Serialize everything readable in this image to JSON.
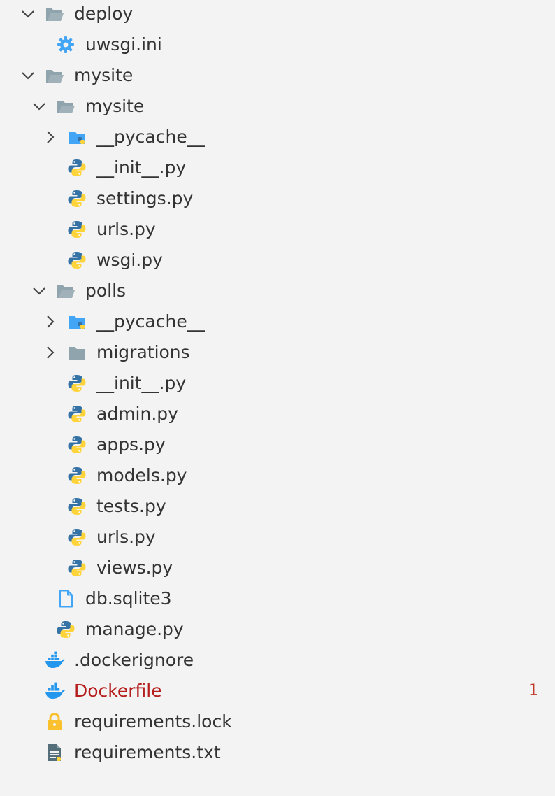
{
  "colors": {
    "text": "#333333",
    "error_text": "#b51c1c",
    "error_badge": "#c0392b",
    "folder": "#90a4ae",
    "folder_python": "#42a5f5",
    "python_blue": "#3572a5",
    "python_yellow": "#ffd43b",
    "docker": "#2396ed",
    "settings": "#42a5f5",
    "lock": "#fbc02d",
    "text_file": "#546e7a",
    "db_file": "#42a5f5",
    "background": "#f3f3f3"
  },
  "tree": [
    {
      "id": "deploy",
      "label": "deploy",
      "kind": "folder-open",
      "icon": "folder-open-icon",
      "depth": 0,
      "expanded": true
    },
    {
      "id": "uwsgi",
      "label": "uwsgi.ini",
      "kind": "settings",
      "icon": "gear-icon",
      "depth": 1
    },
    {
      "id": "mysite-root",
      "label": "mysite",
      "kind": "folder-open",
      "icon": "folder-open-icon",
      "depth": 0,
      "expanded": true
    },
    {
      "id": "mysite-pkg",
      "label": "mysite",
      "kind": "folder-open",
      "icon": "folder-open-icon",
      "depth": 1,
      "expanded": true
    },
    {
      "id": "mysite-pycache",
      "label": "__pycache__",
      "kind": "folder-python",
      "icon": "python-folder-icon",
      "depth": 2,
      "expanded": false
    },
    {
      "id": "mysite-init",
      "label": "__init__.py",
      "kind": "python",
      "icon": "python-icon",
      "depth": 2
    },
    {
      "id": "mysite-settings",
      "label": "settings.py",
      "kind": "python",
      "icon": "python-icon",
      "depth": 2
    },
    {
      "id": "mysite-urls",
      "label": "urls.py",
      "kind": "python",
      "icon": "python-icon",
      "depth": 2
    },
    {
      "id": "mysite-wsgi",
      "label": "wsgi.py",
      "kind": "python",
      "icon": "python-icon",
      "depth": 2
    },
    {
      "id": "polls",
      "label": "polls",
      "kind": "folder-open",
      "icon": "folder-open-icon",
      "depth": 1,
      "expanded": true
    },
    {
      "id": "polls-pycache",
      "label": "__pycache__",
      "kind": "folder-python",
      "icon": "python-folder-icon",
      "depth": 2,
      "expanded": false
    },
    {
      "id": "polls-migrations",
      "label": "migrations",
      "kind": "folder-closed",
      "icon": "folder-icon",
      "depth": 2,
      "expanded": false
    },
    {
      "id": "polls-init",
      "label": "__init__.py",
      "kind": "python",
      "icon": "python-icon",
      "depth": 2
    },
    {
      "id": "polls-admin",
      "label": "admin.py",
      "kind": "python",
      "icon": "python-icon",
      "depth": 2
    },
    {
      "id": "polls-apps",
      "label": "apps.py",
      "kind": "python",
      "icon": "python-icon",
      "depth": 2
    },
    {
      "id": "polls-models",
      "label": "models.py",
      "kind": "python",
      "icon": "python-icon",
      "depth": 2
    },
    {
      "id": "polls-tests",
      "label": "tests.py",
      "kind": "python",
      "icon": "python-icon",
      "depth": 2
    },
    {
      "id": "polls-urls",
      "label": "urls.py",
      "kind": "python",
      "icon": "python-icon",
      "depth": 2
    },
    {
      "id": "polls-views",
      "label": "views.py",
      "kind": "python",
      "icon": "python-icon",
      "depth": 2
    },
    {
      "id": "db",
      "label": "db.sqlite3",
      "kind": "file",
      "icon": "file-icon",
      "depth": 1
    },
    {
      "id": "manage",
      "label": "manage.py",
      "kind": "python",
      "icon": "python-icon",
      "depth": 1
    },
    {
      "id": "dockerignore",
      "label": ".dockerignore",
      "kind": "docker",
      "icon": "docker-icon",
      "depth": 0
    },
    {
      "id": "dockerfile",
      "label": "Dockerfile",
      "kind": "docker",
      "icon": "docker-icon",
      "depth": 0,
      "error": true,
      "badge": "1"
    },
    {
      "id": "req-lock",
      "label": "requirements.lock",
      "kind": "lock",
      "icon": "lock-icon",
      "depth": 0
    },
    {
      "id": "req-txt",
      "label": "requirements.txt",
      "kind": "text",
      "icon": "text-file-icon",
      "depth": 0
    }
  ]
}
